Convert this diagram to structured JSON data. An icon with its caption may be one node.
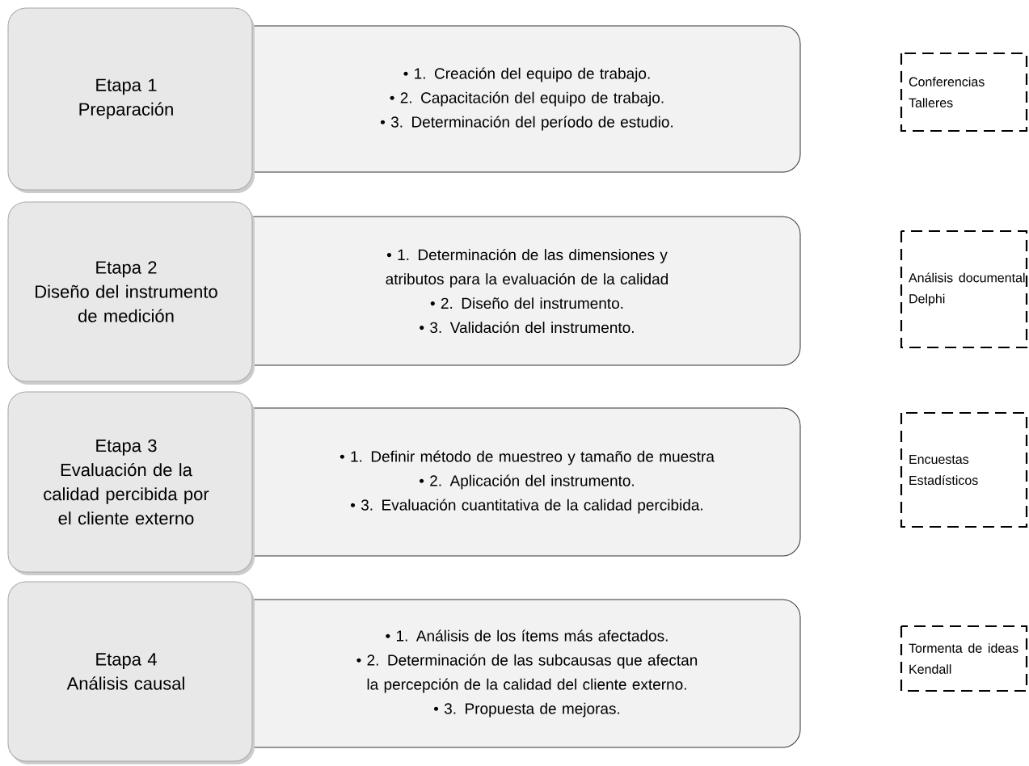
{
  "diagram": {
    "nodes": [
      {
        "text": [
          "Etapa 1",
          "Preparación"
        ]
      },
      {
        "text": [
          "• 1. Creación del equipo de trabajo.",
          "• 2. Capacitación del equipo de trabajo.",
          "• 3. Determinación del período de estudio."
        ]
      },
      {
        "text": [
          "Conferencias",
          "Talleres"
        ]
      },
      {
        "text": [
          "Etapa 2",
          "Diseño del instrumento de medición"
        ]
      },
      {
        "text": [
          "• 1. Determinación de las dimensiones y atributos para la evaluación de la calidad",
          "• 2. Diseño del instrumento.",
          "• 3. Validación del instrumento."
        ]
      },
      {
        "text": [
          "Análisis documental",
          "Delphi"
        ]
      },
      {
        "text": [
          "Etapa 3",
          "Evaluación de la calidad percibida por el cliente externo"
        ]
      },
      {
        "text": [
          "• 1. Definir método de muestreo y tamaño de muestra",
          "• 2. Aplicación del instrumento.",
          "• 3. Evaluación cuantitativa de la calidad percibida."
        ]
      },
      {
        "text": [
          "Encuestas",
          "Estadísticos"
        ]
      },
      {
        "text": [
          "Etapa 4",
          "Análisis causal"
        ]
      },
      {
        "text": [
          "• 1. Análisis de los ítems más afectados.",
          "• 2. Determinación de las subcausas que afectan la percepción de la calidad del cliente externo.",
          "• 3. Propuesta de mejoras."
        ]
      },
      {
        "text": [
          "Tormenta de ideas",
          "Kendall"
        ]
      }
    ],
    "edges": []
  }
}
